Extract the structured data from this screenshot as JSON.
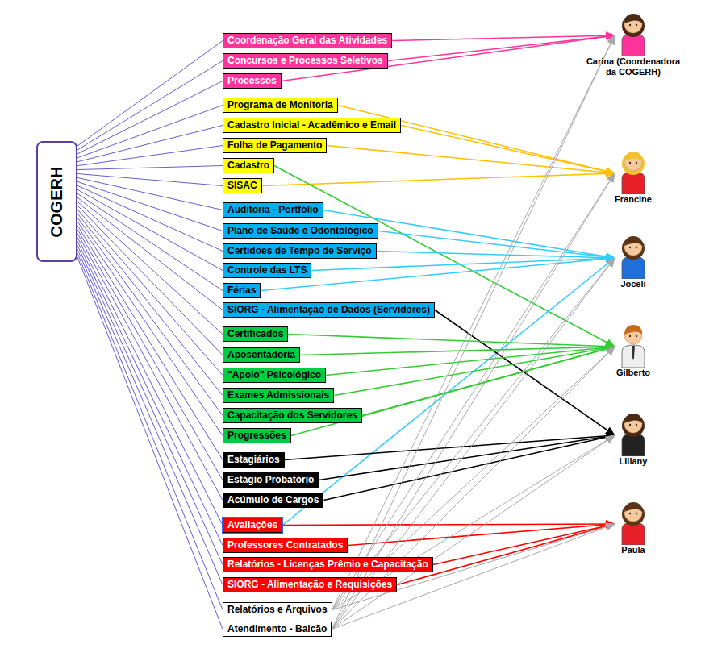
{
  "diagram": {
    "nodes": [
      {
        "text": [
          "COGERH"
        ]
      },
      {
        "text": [
          "Coordenação Geral das Atividades"
        ]
      },
      {
        "text": [
          "Concursos e Processos Seletivos"
        ]
      },
      {
        "text": [
          "Processos"
        ]
      },
      {
        "text": [
          "Programa de Monitoria"
        ]
      },
      {
        "text": [
          "Cadastro Inicial - Acadêmico e Email"
        ]
      },
      {
        "text": [
          "Folha de Pagamento"
        ]
      },
      {
        "text": [
          "Cadastro"
        ]
      },
      {
        "text": [
          "SISAC"
        ]
      },
      {
        "text": [
          "Auditoria - Portfólio"
        ]
      },
      {
        "text": [
          "Plano de Saúde e Odontológico"
        ]
      },
      {
        "text": [
          "Certidões de Tempo de Serviço"
        ]
      },
      {
        "text": [
          "Controle das LTS"
        ]
      },
      {
        "text": [
          "Férias"
        ]
      },
      {
        "text": [
          "SIORG - Alimentação de Dados (Servidores)"
        ]
      },
      {
        "text": [
          "Certificados"
        ]
      },
      {
        "text": [
          "Aposentadoria"
        ]
      },
      {
        "text": [
          "\"Apoio\" Psicológico"
        ]
      },
      {
        "text": [
          "Exames Admissionais"
        ]
      },
      {
        "text": [
          "Capacitação dos Servidores"
        ]
      },
      {
        "text": [
          "Progressões"
        ]
      },
      {
        "text": [
          "Estagiários"
        ]
      },
      {
        "text": [
          "Estágio Probatório"
        ]
      },
      {
        "text": [
          "Acúmulo de Cargos"
        ]
      },
      {
        "text": [
          "Avaliações"
        ]
      },
      {
        "text": [
          "Professores Contratados"
        ]
      },
      {
        "text": [
          "Relatórios - Licenças Prêmio e Capacitação"
        ]
      },
      {
        "text": [
          "SIORG - Alimentação e Requisições"
        ]
      },
      {
        "text": [
          "Relatórios e Arquivos"
        ]
      },
      {
        "text": [
          "Atendimento - Balcão"
        ]
      },
      {
        "text": [
          "Carina (Coordenadora da COGERH)"
        ]
      },
      {
        "text": [
          "Francine"
        ]
      },
      {
        "text": [
          "Joceli"
        ]
      },
      {
        "text": [
          "Gilberto"
        ]
      },
      {
        "text": [
          "Liliany"
        ]
      },
      {
        "text": [
          "Paula"
        ]
      }
    ],
    "edges": [
      {
        "from": 0,
        "to": 1,
        "arrow": "none"
      },
      {
        "from": 0,
        "to": 2,
        "arrow": "none"
      },
      {
        "from": 0,
        "to": 3,
        "arrow": "none"
      },
      {
        "from": 0,
        "to": 4,
        "arrow": "none"
      },
      {
        "from": 0,
        "to": 5,
        "arrow": "none"
      },
      {
        "from": 0,
        "to": 6,
        "arrow": "none"
      },
      {
        "from": 0,
        "to": 7,
        "arrow": "none"
      },
      {
        "from": 0,
        "to": 8,
        "arrow": "none"
      },
      {
        "from": 0,
        "to": 9,
        "arrow": "none"
      },
      {
        "from": 0,
        "to": 10,
        "arrow": "none"
      },
      {
        "from": 0,
        "to": 11,
        "arrow": "none"
      },
      {
        "from": 0,
        "to": 12,
        "arrow": "none"
      },
      {
        "from": 0,
        "to": 13,
        "arrow": "none"
      },
      {
        "from": 0,
        "to": 14,
        "arrow": "none"
      },
      {
        "from": 0,
        "to": 15,
        "arrow": "none"
      },
      {
        "from": 0,
        "to": 16,
        "arrow": "none"
      },
      {
        "from": 0,
        "to": 17,
        "arrow": "none"
      },
      {
        "from": 0,
        "to": 18,
        "arrow": "none"
      },
      {
        "from": 0,
        "to": 19,
        "arrow": "none"
      },
      {
        "from": 0,
        "to": 20,
        "arrow": "none"
      },
      {
        "from": 0,
        "to": 21,
        "arrow": "none"
      },
      {
        "from": 0,
        "to": 22,
        "arrow": "none"
      },
      {
        "from": 0,
        "to": 23,
        "arrow": "none"
      },
      {
        "from": 0,
        "to": 24,
        "arrow": "none"
      },
      {
        "from": 0,
        "to": 25,
        "arrow": "none"
      },
      {
        "from": 0,
        "to": 26,
        "arrow": "none"
      },
      {
        "from": 0,
        "to": 27,
        "arrow": "none"
      },
      {
        "from": 0,
        "to": 28,
        "arrow": "none"
      },
      {
        "from": 0,
        "to": 29,
        "arrow": "none"
      },
      {
        "from": 1,
        "to": 30,
        "arrow": "to"
      },
      {
        "from": 2,
        "to": 30,
        "arrow": "to"
      },
      {
        "from": 3,
        "to": 30,
        "arrow": "to"
      },
      {
        "from": 4,
        "to": 31,
        "arrow": "to"
      },
      {
        "from": 5,
        "to": 31,
        "arrow": "to"
      },
      {
        "from": 6,
        "to": 31,
        "arrow": "to"
      },
      {
        "from": 8,
        "to": 31,
        "arrow": "to"
      },
      {
        "from": 7,
        "to": 33,
        "arrow": "to"
      },
      {
        "from": 9,
        "to": 32,
        "arrow": "to"
      },
      {
        "from": 10,
        "to": 32,
        "arrow": "to"
      },
      {
        "from": 11,
        "to": 32,
        "arrow": "to"
      },
      {
        "from": 12,
        "to": 32,
        "arrow": "to"
      },
      {
        "from": 13,
        "to": 32,
        "arrow": "to"
      },
      {
        "from": 24,
        "to": 32,
        "arrow": "to"
      },
      {
        "from": 14,
        "to": 34,
        "arrow": "to"
      },
      {
        "from": 15,
        "to": 33,
        "arrow": "to"
      },
      {
        "from": 16,
        "to": 33,
        "arrow": "to"
      },
      {
        "from": 17,
        "to": 33,
        "arrow": "to"
      },
      {
        "from": 18,
        "to": 33,
        "arrow": "to"
      },
      {
        "from": 19,
        "to": 33,
        "arrow": "to"
      },
      {
        "from": 20,
        "to": 33,
        "arrow": "to"
      },
      {
        "from": 21,
        "to": 34,
        "arrow": "to"
      },
      {
        "from": 22,
        "to": 34,
        "arrow": "to"
      },
      {
        "from": 23,
        "to": 34,
        "arrow": "to"
      },
      {
        "from": 24,
        "to": 35,
        "arrow": "to"
      },
      {
        "from": 25,
        "to": 35,
        "arrow": "to"
      },
      {
        "from": 26,
        "to": 35,
        "arrow": "to"
      },
      {
        "from": 27,
        "to": 35,
        "arrow": "to"
      },
      {
        "from": 28,
        "to": 30,
        "arrow": "to"
      },
      {
        "from": 28,
        "to": 31,
        "arrow": "to"
      },
      {
        "from": 28,
        "to": 32,
        "arrow": "to"
      },
      {
        "from": 28,
        "to": 33,
        "arrow": "to"
      },
      {
        "from": 28,
        "to": 34,
        "arrow": "to"
      },
      {
        "from": 28,
        "to": 35,
        "arrow": "to"
      },
      {
        "from": 29,
        "to": 30,
        "arrow": "to"
      },
      {
        "from": 29,
        "to": 31,
        "arrow": "to"
      },
      {
        "from": 29,
        "to": 32,
        "arrow": "to"
      },
      {
        "from": 29,
        "to": 33,
        "arrow": "to"
      },
      {
        "from": 29,
        "to": 34,
        "arrow": "to"
      },
      {
        "from": 29,
        "to": 35,
        "arrow": "to"
      }
    ]
  }
}
